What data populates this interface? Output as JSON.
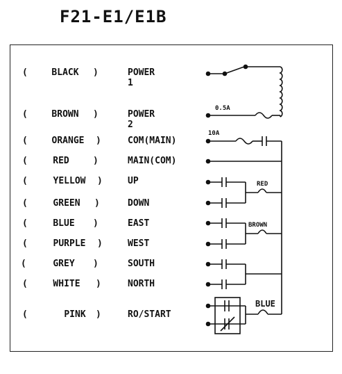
{
  "title": "F21-E1/E1B",
  "rows": [
    {
      "color": "BLACK",
      "function": "POWER 1"
    },
    {
      "color": "BROWN",
      "function": "POWER 2"
    },
    {
      "color": "ORANGE",
      "function": "COM(MAIN)"
    },
    {
      "color": "RED",
      "function": "MAIN(COM)"
    },
    {
      "color": "YELLOW",
      "function": "UP"
    },
    {
      "color": "GREEN",
      "function": "DOWN"
    },
    {
      "color": "BLUE",
      "function": "EAST"
    },
    {
      "color": "PURPLE",
      "function": "WEST"
    },
    {
      "color": "GREY",
      "function": "SOUTH"
    },
    {
      "color": "WHITE",
      "function": "NORTH"
    },
    {
      "color": "PINK",
      "function": "RO/START"
    }
  ],
  "diagram_labels": {
    "fuse1": "0.5A",
    "fuse2": "10A",
    "coil_red": "RED",
    "coil_brown": "BROWN",
    "coil_blue": "BLUE"
  }
}
